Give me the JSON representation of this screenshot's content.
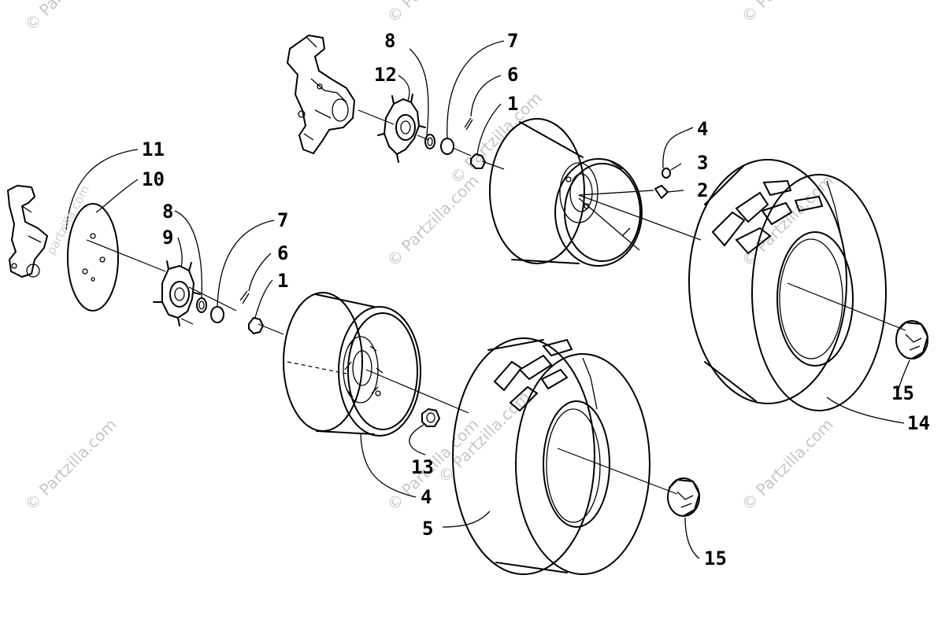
{
  "watermark": {
    "text": "© Partzilla.com",
    "brand": "partzilla.com"
  },
  "labels": {
    "l1_top": "1",
    "l2": "2",
    "l3": "3",
    "l4_top": "4",
    "l6_top": "6",
    "l7_top": "7",
    "l8_top": "8",
    "l12": "12",
    "l11": "11",
    "l10": "10",
    "l8_bot": "8",
    "l9": "9",
    "l7_bot": "7",
    "l6_bot": "6",
    "l1_bot": "1",
    "l13": "13",
    "l4_bot": "4",
    "l5": "5",
    "l15_right": "15",
    "l14": "14",
    "l15_bot": "15"
  }
}
